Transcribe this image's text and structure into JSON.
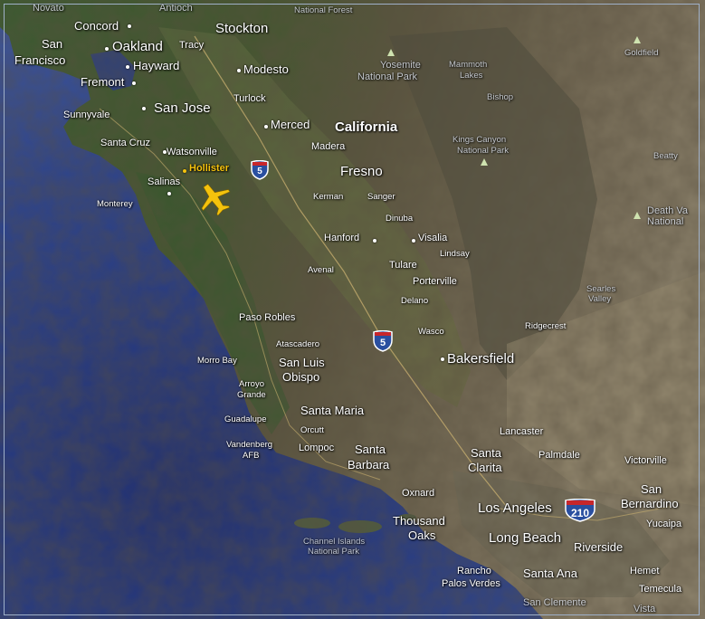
{
  "map": {
    "state_label": "California",
    "highlight_city": "Hollister",
    "places": {
      "novato": "Novato",
      "antioch": "Antioch",
      "national_forest": "National Forest",
      "concord": "Concord",
      "san": "San",
      "francisco": "Francisco",
      "oakland": "Oakland",
      "tracy": "Tracy",
      "stockton": "Stockton",
      "hayward": "Hayward",
      "modesto": "Modesto",
      "fremont": "Fremont",
      "turlock": "Turlock",
      "sunnyvale": "Sunnyvale",
      "san_jose": "San Jose",
      "merced": "Merced",
      "yosemite": "Yosemite",
      "national_park": "National Park",
      "mammoth": "Mammoth",
      "lakes": "Lakes",
      "goldfield": "Goldfield",
      "bishop": "Bishop",
      "santa_cruz": "Santa Cruz",
      "watsonville": "Watsonville",
      "madera": "Madera",
      "kings_canyon": "Kings Canyon",
      "national_park_2": "National Park",
      "beatty": "Beatty",
      "salinas": "Salinas",
      "fresno": "Fresno",
      "monterey": "Monterey",
      "kerman": "Kerman",
      "sanger": "Sanger",
      "dinuba": "Dinuba",
      "death_valley": "Death Va",
      "national_3": "National",
      "hanford": "Hanford",
      "visalia": "Visalia",
      "lindsay": "Lindsay",
      "avenal": "Avenal",
      "tulare": "Tulare",
      "porterville": "Porterville",
      "searles": "Searles",
      "valley": "Valley",
      "delano": "Delano",
      "paso_robles": "Paso Robles",
      "ridgecrest": "Ridgecrest",
      "wasco": "Wasco",
      "atascadero": "Atascadero",
      "morro_bay": "Morro Bay",
      "san_luis": "San Luis",
      "obispo": "Obispo",
      "bakersfield": "Bakersfield",
      "arroyo": "Arroyo",
      "grande": "Grande",
      "santa_maria": "Santa Maria",
      "guadalupe": "Guadalupe",
      "orcutt": "Orcutt",
      "lancaster": "Lancaster",
      "vandenberg": "Vandenberg",
      "afb": "AFB",
      "lompoc": "Lompoc",
      "santa_1": "Santa",
      "barbara": "Barbara",
      "santa_2": "Santa",
      "clarita": "Clarita",
      "palmdale": "Palmdale",
      "victorville": "Victorville",
      "san_2": "San",
      "bernardino": "Bernardino",
      "oxnard": "Oxnard",
      "los_angeles": "Los Angeles",
      "yucaipa": "Yucaipa",
      "thousand": "Thousand",
      "oaks": "Oaks",
      "channel_islands": "Channel Islands",
      "national_park_4": "National Park",
      "long_beach": "Long Beach",
      "riverside": "Riverside",
      "rancho": "Rancho",
      "palos_verdes": "Palos Verdes",
      "santa_ana": "Santa Ana",
      "hemet": "Hemet",
      "san_clemente": "San Clemente",
      "temecula": "Temecula",
      "vista": "Vista"
    },
    "highways": {
      "i5_north": "5",
      "i5_south": "5",
      "i210": "210"
    },
    "colors": {
      "ocean": "#2a3f86",
      "valley_green": "#3d5a2c",
      "mountain_brown": "#6b604c",
      "desert_tan": "#8a7f68",
      "airplane": "#f4c20d",
      "shield_blue": "#2a4fa0",
      "shield_red": "#c8262b"
    },
    "icons": [
      "airplane-icon",
      "interstate-shield-icon",
      "park-marker-icon"
    ]
  }
}
